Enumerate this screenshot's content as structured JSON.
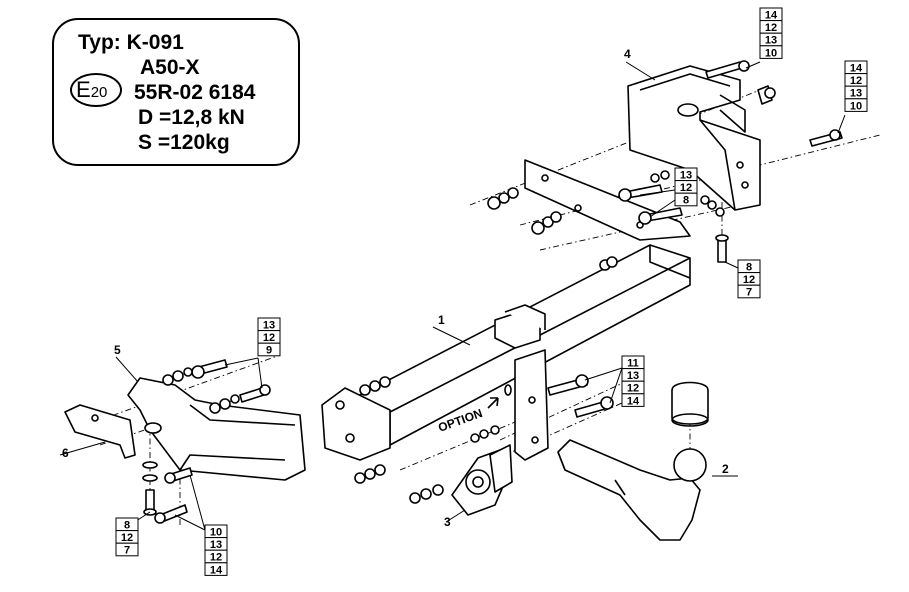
{
  "info_box": {
    "type_line": "Typ: K-091",
    "model_line": "A50-X",
    "approval_mark_letter": "E",
    "approval_mark_number": "20",
    "approval_line": "55R-02 6184",
    "d_value_line": "D =12,8 kN",
    "s_value_line": "S =120kg"
  },
  "callouts": [
    {
      "id": "label-1",
      "text": "1"
    },
    {
      "id": "label-2",
      "text": "2"
    },
    {
      "id": "label-3",
      "text": "3"
    },
    {
      "id": "label-4",
      "text": "4"
    },
    {
      "id": "label-5",
      "text": "5"
    },
    {
      "id": "label-6",
      "text": "6"
    }
  ],
  "stacks": [
    {
      "id": "stack-top-right-a",
      "items": [
        "14",
        "12",
        "13",
        "10"
      ]
    },
    {
      "id": "stack-top-right-b",
      "items": [
        "14",
        "12",
        "13",
        "10"
      ]
    },
    {
      "id": "stack-center-bolts",
      "items": [
        "13",
        "12",
        "8"
      ]
    },
    {
      "id": "stack-right-vertical-bolt",
      "items": [
        "8",
        "12",
        "7"
      ]
    },
    {
      "id": "stack-left-bolts",
      "items": [
        "13",
        "12",
        "9"
      ]
    },
    {
      "id": "stack-ball-mount-bolts",
      "items": [
        "11",
        "13",
        "12",
        "14"
      ]
    },
    {
      "id": "stack-bottom-left-vertical",
      "items": [
        "8",
        "12",
        "7"
      ]
    },
    {
      "id": "stack-bottom-left-bolts",
      "items": [
        "10",
        "13",
        "12",
        "14"
      ]
    }
  ],
  "option_label": "OPTION"
}
